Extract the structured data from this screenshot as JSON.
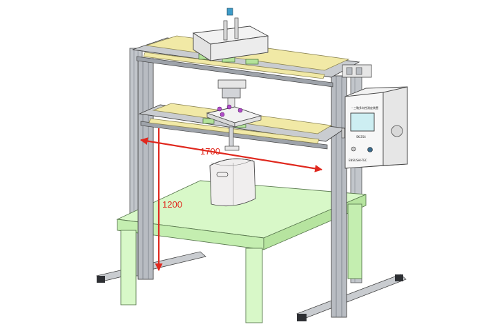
{
  "dimensions": {
    "width_label": "1700",
    "height_label": "1200"
  },
  "control_box": {
    "title_label": "・三軸多向性測定装置",
    "sub_label": "SK-254",
    "bottom_label": "ENSUSHI-TEC"
  },
  "colors": {
    "frame": "#b8bcc2",
    "frame_dark": "#6f747b",
    "rail_yellow": "#f1e9a6",
    "bracket_green": "#b4e39a",
    "table_green": "#d8f8c8",
    "table_green_dark": "#c4eeb0",
    "dimension_red": "#e0281e",
    "purple_bolt": "#b04cc8",
    "screen_cyan": "#cdeef2"
  }
}
